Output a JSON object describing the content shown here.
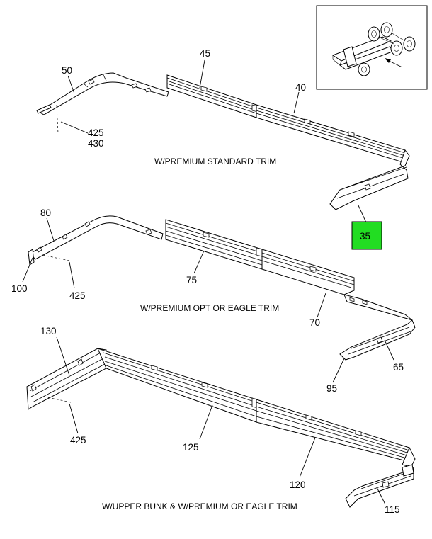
{
  "diagram": {
    "captions": {
      "standard": "W/PREMIUM STANDARD TRIM",
      "opt_eagle": "W/PREMIUM OPT OR EAGLE TRIM",
      "upper_bunk": "W/UPPER BUNK & W/PREMIUM OR EAGLE TRIM"
    },
    "callouts": {
      "c45": "45",
      "c50": "50",
      "c40": "40",
      "c425a": "425",
      "c430": "430",
      "c35": "35",
      "c80": "80",
      "c100": "100",
      "c425b": "425",
      "c75": "75",
      "c70": "70",
      "c65": "65",
      "c95": "95",
      "c130": "130",
      "c425c": "425",
      "c125": "125",
      "c120": "120",
      "c115": "115"
    },
    "highlight_color": "#22dd22",
    "highlighted_part": "35"
  }
}
